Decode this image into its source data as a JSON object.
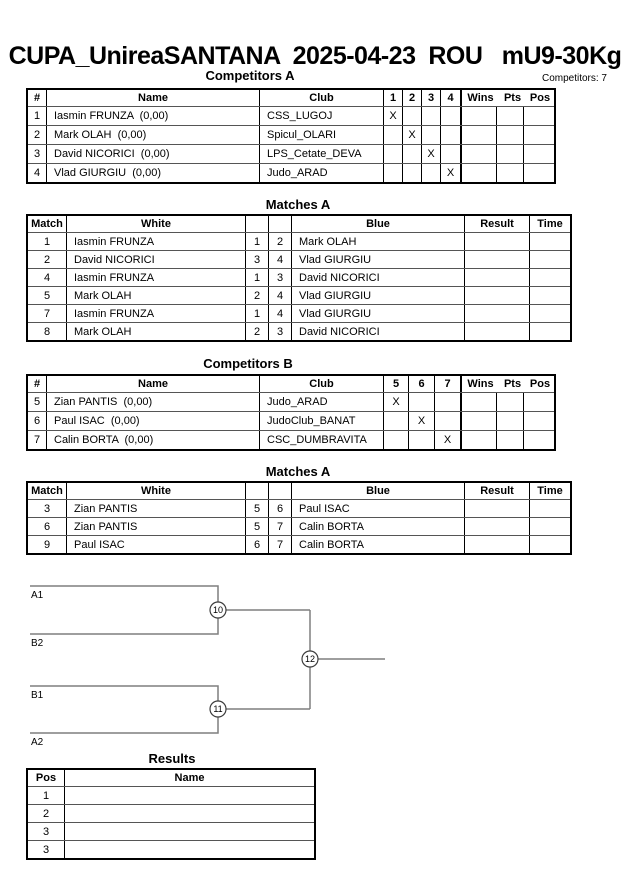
{
  "header": {
    "title": "CUPA_UnireaSANTANA  2025-04-23  ROU   mU9-30Kg",
    "competitors_count": "Competitors: 7"
  },
  "competitors_a": {
    "heading": "Competitors A",
    "columns": {
      "num": "#",
      "name": "Name",
      "club": "Club",
      "wins": "Wins",
      "pts": "Pts",
      "pos": "Pos"
    },
    "num_cols": [
      "1",
      "2",
      "3",
      "4"
    ],
    "rows": [
      {
        "num": "1",
        "name": "Iasmin FRUNZA  (0,00)",
        "club": "CSS_LUGOJ",
        "marks": [
          "X",
          "",
          "",
          ""
        ],
        "wins": "",
        "pts": "",
        "pos": ""
      },
      {
        "num": "2",
        "name": "Mark OLAH  (0,00)",
        "club": "Spicul_OLARI",
        "marks": [
          "",
          "X",
          "",
          ""
        ],
        "wins": "",
        "pts": "",
        "pos": ""
      },
      {
        "num": "3",
        "name": "David NICORICI  (0,00)",
        "club": "LPS_Cetate_DEVA",
        "marks": [
          "",
          "",
          "X",
          ""
        ],
        "wins": "",
        "pts": "",
        "pos": ""
      },
      {
        "num": "4",
        "name": "Vlad GIURGIU  (0,00)",
        "club": "Judo_ARAD",
        "marks": [
          "",
          "",
          "",
          "X"
        ],
        "wins": "",
        "pts": "",
        "pos": ""
      }
    ]
  },
  "matches_a": {
    "heading": "Matches A",
    "columns": {
      "match": "Match",
      "white": "White",
      "blue": "Blue",
      "result": "Result",
      "time": "Time"
    },
    "rows": [
      {
        "match": "1",
        "white": "Iasmin FRUNZA",
        "wn": "1",
        "bn": "2",
        "blue": "Mark OLAH",
        "result": "",
        "time": ""
      },
      {
        "match": "2",
        "white": "David NICORICI",
        "wn": "3",
        "bn": "4",
        "blue": "Vlad GIURGIU",
        "result": "",
        "time": ""
      },
      {
        "match": "4",
        "white": "Iasmin FRUNZA",
        "wn": "1",
        "bn": "3",
        "blue": "David NICORICI",
        "result": "",
        "time": ""
      },
      {
        "match": "5",
        "white": "Mark OLAH",
        "wn": "2",
        "bn": "4",
        "blue": "Vlad GIURGIU",
        "result": "",
        "time": ""
      },
      {
        "match": "7",
        "white": "Iasmin FRUNZA",
        "wn": "1",
        "bn": "4",
        "blue": "Vlad GIURGIU",
        "result": "",
        "time": ""
      },
      {
        "match": "8",
        "white": "Mark OLAH",
        "wn": "2",
        "bn": "3",
        "blue": "David NICORICI",
        "result": "",
        "time": ""
      }
    ]
  },
  "competitors_b": {
    "heading": "Competitors B",
    "columns": {
      "num": "#",
      "name": "Name",
      "club": "Club",
      "wins": "Wins",
      "pts": "Pts",
      "pos": "Pos"
    },
    "num_cols": [
      "5",
      "6",
      "7"
    ],
    "rows": [
      {
        "num": "5",
        "name": "Zian PANTIS  (0,00)",
        "club": "Judo_ARAD",
        "marks": [
          "X",
          "",
          ""
        ],
        "wins": "",
        "pts": "",
        "pos": ""
      },
      {
        "num": "6",
        "name": "Paul ISAC  (0,00)",
        "club": "JudoClub_BANAT",
        "marks": [
          "",
          "X",
          ""
        ],
        "wins": "",
        "pts": "",
        "pos": ""
      },
      {
        "num": "7",
        "name": "Calin BORTA  (0,00)",
        "club": "CSC_DUMBRAVITA",
        "marks": [
          "",
          "",
          "X"
        ],
        "wins": "",
        "pts": "",
        "pos": ""
      }
    ]
  },
  "matches_b": {
    "heading": "Matches A",
    "columns": {
      "match": "Match",
      "white": "White",
      "blue": "Blue",
      "result": "Result",
      "time": "Time"
    },
    "rows": [
      {
        "match": "3",
        "white": "Zian PANTIS",
        "wn": "5",
        "bn": "6",
        "blue": "Paul ISAC",
        "result": "",
        "time": ""
      },
      {
        "match": "6",
        "white": "Zian PANTIS",
        "wn": "5",
        "bn": "7",
        "blue": "Calin BORTA",
        "result": "",
        "time": ""
      },
      {
        "match": "9",
        "white": "Paul ISAC",
        "wn": "6",
        "bn": "7",
        "blue": "Calin BORTA",
        "result": "",
        "time": ""
      }
    ]
  },
  "bracket": {
    "slots": [
      "A1",
      "B2",
      "B1",
      "A2"
    ],
    "nodes": [
      "10",
      "11",
      "12"
    ],
    "line_color": "#7f7f7f"
  },
  "results": {
    "heading": "Results",
    "columns": {
      "pos": "Pos",
      "name": "Name"
    },
    "rows": [
      {
        "pos": "1",
        "name": ""
      },
      {
        "pos": "2",
        "name": ""
      },
      {
        "pos": "3",
        "name": ""
      },
      {
        "pos": "3",
        "name": ""
      }
    ]
  }
}
